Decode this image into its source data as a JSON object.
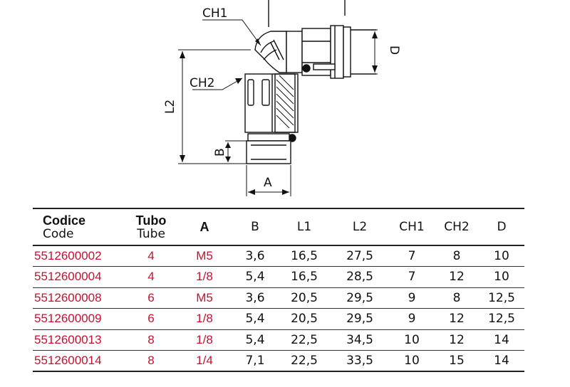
{
  "drawing": {
    "labels": {
      "ch1": "CH1",
      "ch2": "CH2",
      "l2": "L2",
      "b": "B",
      "a": "A",
      "d": "D"
    }
  },
  "table": {
    "headers": {
      "code_it": "Codice",
      "code_en": "Code",
      "tube_it": "Tubo",
      "tube_en": "Tube",
      "a": "A",
      "b": "B",
      "l1": "L1",
      "l2": "L2",
      "ch1": "CH1",
      "ch2": "CH2",
      "d": "D"
    },
    "rows": [
      [
        "5512600002",
        "4",
        "M5",
        "3,6",
        "16,5",
        "27,5",
        "7",
        "8",
        "10"
      ],
      [
        "5512600004",
        "4",
        "1/8",
        "5,4",
        "16,5",
        "28,5",
        "7",
        "12",
        "10"
      ],
      [
        "5512600008",
        "6",
        "M5",
        "3,6",
        "20,5",
        "29,5",
        "9",
        "8",
        "12,5"
      ],
      [
        "5512600009",
        "6",
        "1/8",
        "5,4",
        "20,5",
        "29,5",
        "9",
        "12",
        "12,5"
      ],
      [
        "5512600013",
        "8",
        "1/8",
        "5,4",
        "22,5",
        "34,5",
        "10",
        "12",
        "14"
      ],
      [
        "5512600014",
        "8",
        "1/4",
        "7,1",
        "22,5",
        "33,5",
        "10",
        "15",
        "14"
      ]
    ]
  },
  "colors": {
    "highlight": "#c8102e",
    "line": "#222222"
  }
}
